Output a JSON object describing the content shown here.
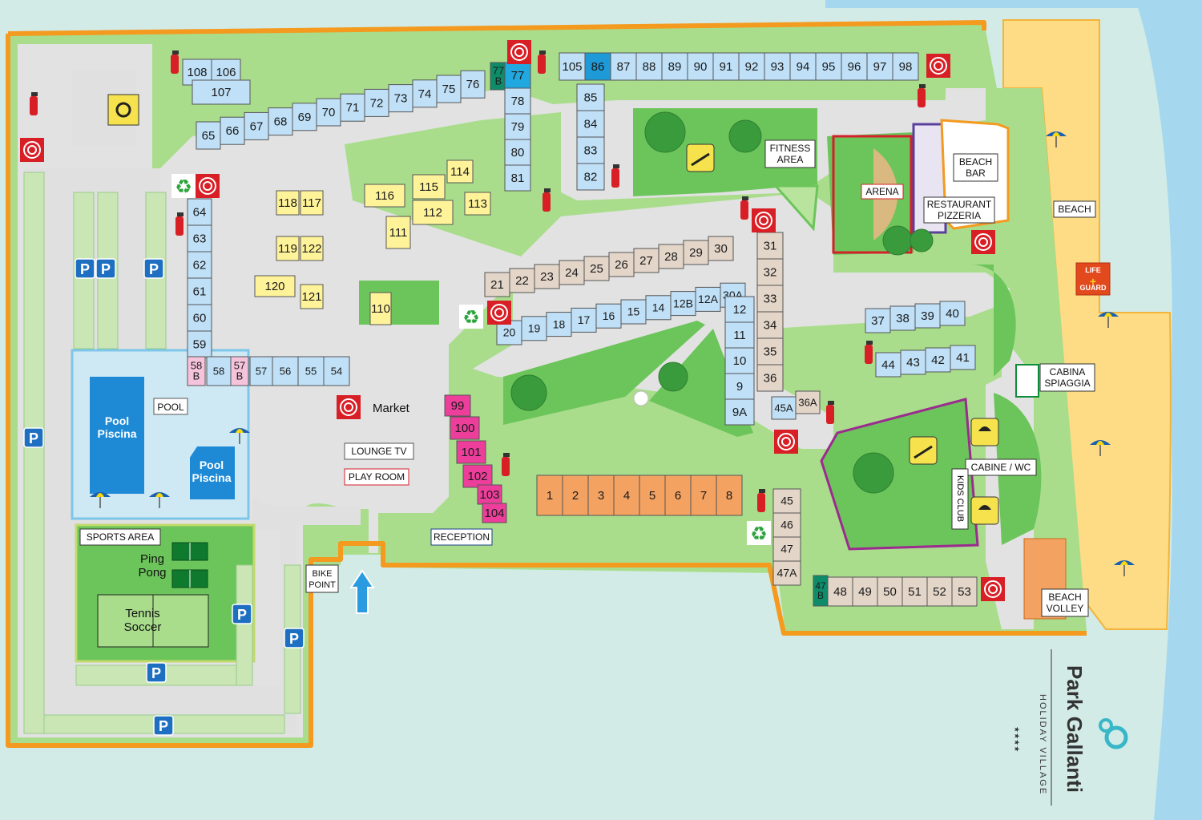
{
  "labels": {
    "fitness_area": [
      "FITNESS",
      "AREA"
    ],
    "beach_bar": [
      "BEACH",
      "BAR"
    ],
    "arena": "ARENA",
    "restaurant": [
      "RESTAURANT",
      "PIZZERIA"
    ],
    "beach": "BEACH",
    "life_guard": [
      "LIFE",
      "GUARD"
    ],
    "cabina_spiaggia": [
      "CABINA",
      "SPIAGGIA"
    ],
    "cabine_wc": "CABINE / WC",
    "kids_club": "KIDS CLUB",
    "beach_volley": [
      "BEACH",
      "VOLLEY"
    ],
    "pool": "POOL",
    "pool_big": [
      "Pool",
      "Piscina"
    ],
    "pool_small": [
      "Pool",
      "Piscina"
    ],
    "sports_area": "SPORTS AREA",
    "ping_pong": [
      "Ping",
      "Pong"
    ],
    "tennis_soccer": [
      "Tennis",
      "Soccer"
    ],
    "market": "Market",
    "lounge_tv": "LOUNGE TV",
    "play_room": "PLAY ROOM",
    "reception": "RECEPTION",
    "bike_point": [
      "BIKE",
      "POINT"
    ],
    "parking": "P"
  },
  "brand": {
    "name": "Park Gallanti",
    "tagline": "HOLIDAY VILLAGE",
    "stars": "★★★★"
  },
  "colors": {
    "blue_unit": "#bfe0f7",
    "tan_unit": "#e3d5c8",
    "yellow_unit": "#fff39a",
    "magenta_unit": "#ec3e9a",
    "orange_unit": "#f4a262",
    "pink_unit": "#f6c3dc",
    "teal_unit": "#0e8c6a",
    "grass": "#a9dd8c",
    "beach": "#fddc85",
    "sea": "#a5d8ef",
    "path": "#e0e0e0",
    "fence": "#f39a1f"
  },
  "units": {
    "row_108_106": [
      "108",
      "106"
    ],
    "unit_107": "107",
    "row_65_76": [
      "65",
      "66",
      "67",
      "68",
      "69",
      "70",
      "71",
      "72",
      "73",
      "74",
      "75",
      "76"
    ],
    "unit_77b": [
      "77",
      "B"
    ],
    "col_77_81": [
      "77",
      "78",
      "79",
      "80",
      "81"
    ],
    "row_105_98": [
      "105",
      "86",
      "87",
      "88",
      "89",
      "90",
      "91",
      "92",
      "93",
      "94",
      "95",
      "96",
      "97",
      "98"
    ],
    "col_85_82": [
      "85",
      "84",
      "83",
      "82"
    ],
    "yellow": [
      "118",
      "117",
      "119",
      "122",
      "120",
      "121",
      "116",
      "115",
      "114",
      "113",
      "112",
      "111",
      "110"
    ],
    "col_64_59": [
      "64",
      "63",
      "62",
      "61",
      "60",
      "59"
    ],
    "row_58b_54": [
      [
        "58",
        "B"
      ],
      "58",
      [
        "57",
        "B"
      ],
      "57",
      "56",
      "55",
      "54"
    ],
    "row_21_30": [
      "21",
      "22",
      "23",
      "24",
      "25",
      "26",
      "27",
      "28",
      "29",
      "30"
    ],
    "col_31_36": [
      "31",
      "32",
      "33",
      "34",
      "35",
      "36",
      "36A"
    ],
    "row_20_30a": [
      "20",
      "19",
      "18",
      "17",
      "16",
      "15",
      "14",
      "12B",
      "12A",
      "30A"
    ],
    "col_12_9a": [
      "12",
      "11",
      "10",
      "9",
      "9A",
      "45A"
    ],
    "row_37_40": [
      "37",
      "38",
      "39",
      "40"
    ],
    "row_44_41": [
      "44",
      "43",
      "42",
      "41"
    ],
    "magenta": [
      "99",
      "100",
      "101",
      "102",
      "103",
      "104"
    ],
    "orange": [
      "1",
      "2",
      "3",
      "4",
      "5",
      "6",
      "7",
      "8"
    ],
    "col_45_47a": [
      "45",
      "46",
      "47",
      "47A"
    ],
    "unit_47b": [
      "47",
      "B"
    ],
    "row_48_53": [
      "48",
      "49",
      "50",
      "51",
      "52",
      "53"
    ]
  }
}
